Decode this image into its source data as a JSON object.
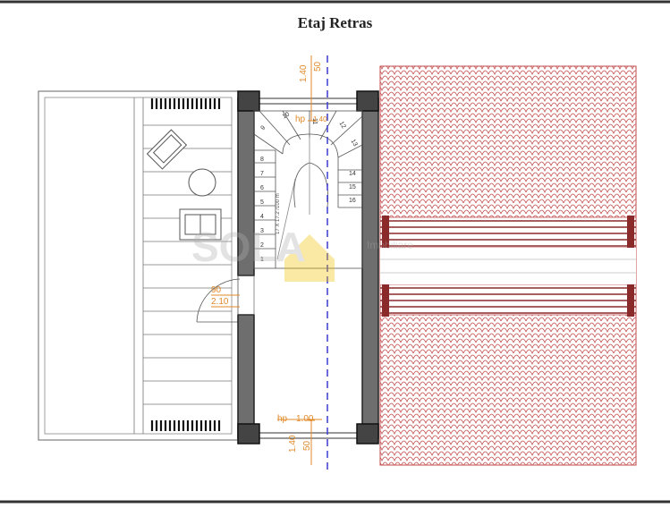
{
  "title": "Etaj Retras",
  "dimensions": {
    "top_vertical_1": "1.40",
    "top_vertical_2": "50",
    "hp_top": "hp",
    "hp_top_value": "1.40",
    "door_width": "90",
    "door_height": "2.10",
    "hp_bottom": "hp",
    "hp_bottom_value": "1.00",
    "bottom_vertical_1": "1.40",
    "bottom_vertical_2": "50"
  },
  "stair": {
    "annotation": "17 X 17.2 /100 m",
    "steps": [
      "1",
      "2",
      "3",
      "4",
      "5",
      "6",
      "7",
      "8",
      "9",
      "10",
      "11",
      "12",
      "13",
      "14",
      "15",
      "16"
    ]
  },
  "watermark": {
    "text_1": "SOLA",
    "text_2": "Imobiliare"
  },
  "colors": {
    "dimension_orange": "#e08a2a",
    "axis_blue": "#3b3bcf",
    "roof_red": "#c24a4a",
    "wall_gray": "#6e6e6e"
  }
}
